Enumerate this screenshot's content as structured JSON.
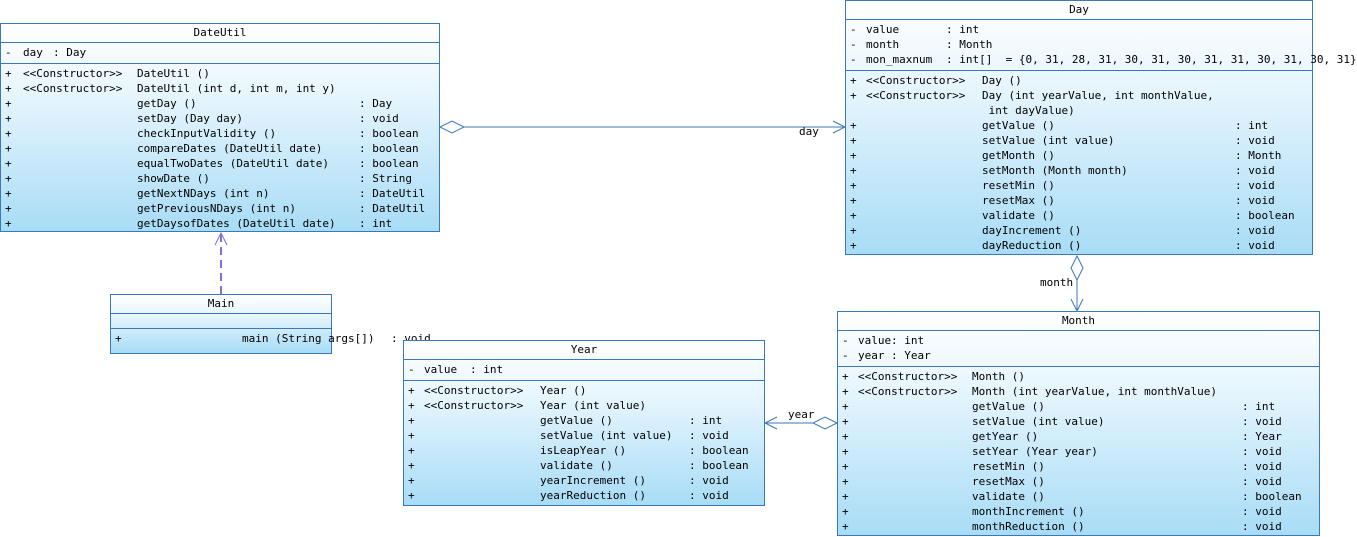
{
  "classes": {
    "dateutil": {
      "name": "DateUtil",
      "attributes": [
        {
          "vis": "-",
          "name": "day",
          "type": ": Day"
        }
      ],
      "operations": [
        {
          "vis": "+",
          "stereo": "<<Constructor>>",
          "name": "DateUtil ()",
          "type": ""
        },
        {
          "vis": "+",
          "stereo": "<<Constructor>>",
          "name": "DateUtil (int d, int m, int y)",
          "type": ""
        },
        {
          "vis": "+",
          "stereo": "",
          "name": "getDay ()",
          "type": ": Day"
        },
        {
          "vis": "+",
          "stereo": "",
          "name": "setDay (Day day)",
          "type": ": void"
        },
        {
          "vis": "+",
          "stereo": "",
          "name": "checkInputValidity ()",
          "type": ": boolean"
        },
        {
          "vis": "+",
          "stereo": "",
          "name": "compareDates (DateUtil date)",
          "type": ": boolean"
        },
        {
          "vis": "+",
          "stereo": "",
          "name": "equalTwoDates (DateUtil date)",
          "type": ": boolean"
        },
        {
          "vis": "+",
          "stereo": "",
          "name": "showDate ()",
          "type": ": String"
        },
        {
          "vis": "+",
          "stereo": "",
          "name": "getNextNDays (int n)",
          "type": ": DateUtil"
        },
        {
          "vis": "+",
          "stereo": "",
          "name": "getPreviousNDays (int n)",
          "type": ": DateUtil"
        },
        {
          "vis": "+",
          "stereo": "",
          "name": "getDaysofDates (DateUtil date)",
          "type": ": int"
        }
      ]
    },
    "main": {
      "name": "Main",
      "attributes": [],
      "operations": [
        {
          "vis": "+",
          "stereo": "",
          "name": "main (String args[])",
          "type": ": void"
        }
      ]
    },
    "day": {
      "name": "Day",
      "attributes": [
        {
          "vis": "-",
          "name": "value",
          "type": ": int"
        },
        {
          "vis": "-",
          "name": "month",
          "type": ": Month"
        },
        {
          "vis": "-",
          "name": "mon_maxnum",
          "type": ": int[]  = {0, 31, 28, 31, 30, 31, 30, 31, 31, 30, 31, 30, 31}"
        }
      ],
      "operations": [
        {
          "vis": "+",
          "stereo": "<<Constructor>>",
          "name": "Day ()",
          "type": ""
        },
        {
          "vis": "+",
          "stereo": "<<Constructor>>",
          "name": "Day (int yearValue, int monthValue,",
          "type": ""
        },
        {
          "vis": "",
          "stereo": "",
          "name": " int dayValue)",
          "type": ""
        },
        {
          "vis": "+",
          "stereo": "",
          "name": "getValue ()",
          "type": ": int"
        },
        {
          "vis": "+",
          "stereo": "",
          "name": "setValue (int value)",
          "type": ": void"
        },
        {
          "vis": "+",
          "stereo": "",
          "name": "getMonth ()",
          "type": ": Month"
        },
        {
          "vis": "+",
          "stereo": "",
          "name": "setMonth (Month month)",
          "type": ": void"
        },
        {
          "vis": "+",
          "stereo": "",
          "name": "resetMin ()",
          "type": ": void"
        },
        {
          "vis": "+",
          "stereo": "",
          "name": "resetMax ()",
          "type": ": void"
        },
        {
          "vis": "+",
          "stereo": "",
          "name": "validate ()",
          "type": ": boolean"
        },
        {
          "vis": "+",
          "stereo": "",
          "name": "dayIncrement ()",
          "type": ": void"
        },
        {
          "vis": "+",
          "stereo": "",
          "name": "dayReduction ()",
          "type": ": void"
        }
      ]
    },
    "year": {
      "name": "Year",
      "attributes": [
        {
          "vis": "-",
          "name": "value",
          "type": ": int"
        }
      ],
      "operations": [
        {
          "vis": "+",
          "stereo": "<<Constructor>>",
          "name": "Year ()",
          "type": ""
        },
        {
          "vis": "+",
          "stereo": "<<Constructor>>",
          "name": "Year (int value)",
          "type": ""
        },
        {
          "vis": "+",
          "stereo": "",
          "name": "getValue ()",
          "type": ": int"
        },
        {
          "vis": "+",
          "stereo": "",
          "name": "setValue (int value)",
          "type": ": void"
        },
        {
          "vis": "+",
          "stereo": "",
          "name": "isLeapYear ()",
          "type": ": boolean"
        },
        {
          "vis": "+",
          "stereo": "",
          "name": "validate ()",
          "type": ": boolean"
        },
        {
          "vis": "+",
          "stereo": "",
          "name": "yearIncrement ()",
          "type": ": void"
        },
        {
          "vis": "+",
          "stereo": "",
          "name": "yearReduction ()",
          "type": ": void"
        }
      ]
    },
    "month": {
      "name": "Month",
      "attributes": [
        {
          "vis": "-",
          "name": "value",
          "type": ": int"
        },
        {
          "vis": "-",
          "name": "year",
          "type": ": Year"
        }
      ],
      "operations": [
        {
          "vis": "+",
          "stereo": "<<Constructor>>",
          "name": "Month ()",
          "type": ""
        },
        {
          "vis": "+",
          "stereo": "<<Constructor>>",
          "name": "Month (int yearValue, int monthValue)",
          "type": ""
        },
        {
          "vis": "+",
          "stereo": "",
          "name": "getValue ()",
          "type": ": int"
        },
        {
          "vis": "+",
          "stereo": "",
          "name": "setValue (int value)",
          "type": ": void"
        },
        {
          "vis": "+",
          "stereo": "",
          "name": "getYear ()",
          "type": ": Year"
        },
        {
          "vis": "+",
          "stereo": "",
          "name": "setYear (Year year)",
          "type": ": void"
        },
        {
          "vis": "+",
          "stereo": "",
          "name": "resetMin ()",
          "type": ": void"
        },
        {
          "vis": "+",
          "stereo": "",
          "name": "resetMax ()",
          "type": ": void"
        },
        {
          "vis": "+",
          "stereo": "",
          "name": "validate ()",
          "type": ": boolean"
        },
        {
          "vis": "+",
          "stereo": "",
          "name": "monthIncrement ()",
          "type": ": void"
        },
        {
          "vis": "+",
          "stereo": "",
          "name": "monthReduction ()",
          "type": ": void"
        }
      ]
    }
  },
  "links": {
    "dateutil_day": {
      "label": "day"
    },
    "day_month": {
      "label": "month"
    },
    "month_year": {
      "label": "year"
    }
  },
  "colors": {
    "border": "#3a78b8",
    "link": "#3a78b8",
    "dependency": "#7f6fe0"
  }
}
